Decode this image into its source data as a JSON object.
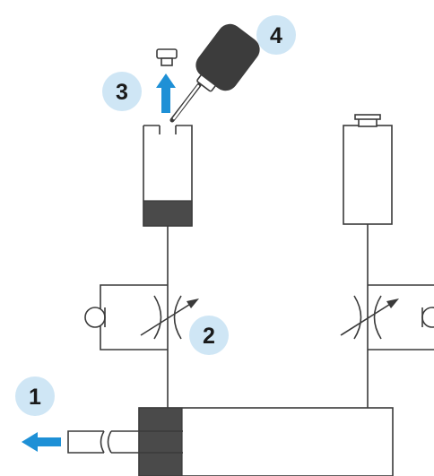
{
  "steps": [
    {
      "id": "1",
      "label": "1"
    },
    {
      "id": "2",
      "label": "2"
    },
    {
      "id": "3",
      "label": "3"
    },
    {
      "id": "4",
      "label": "4"
    }
  ],
  "colors": {
    "badge_fill": "#cfe6f5",
    "arrow": "#1e90d6",
    "line": "#3a3a3a",
    "piston": "#4a4a4a",
    "bottle": "#3c3c3c"
  },
  "icons": {
    "bottle": "oil-bottle-icon",
    "check_valve": "check-valve-icon",
    "throttle": "adjustable-throttle-icon",
    "arrow": "direction-arrow-icon"
  }
}
